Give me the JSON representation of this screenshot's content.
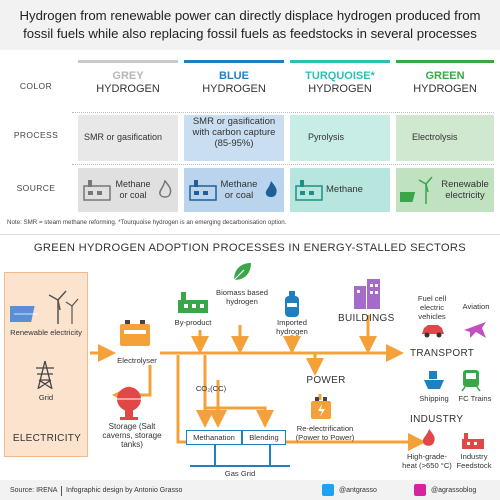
{
  "header": {
    "title": "Hydrogen from renewable power can directly displace hydrogen produced from fossil fuels while also replacing fossil fuels as feedstocks in several processes"
  },
  "table": {
    "row_labels": {
      "color": "COLOR",
      "process": "PROCESS",
      "source": "SOURCE"
    },
    "columns": [
      {
        "color_word": "GREY",
        "suffix": "HYDROGEN",
        "process": "SMR or gasification",
        "source": "Methane or coal",
        "accent": "#b7b7b7",
        "process_bg": "#e8e8e8",
        "source_bg": "#e0e0e0"
      },
      {
        "color_word": "BLUE",
        "suffix": "HYDROGEN",
        "process": "SMR or gasification with carbon capture (85-95%)",
        "source": "Methane or coal",
        "accent": "#1f7fc1",
        "process_bg": "#c9def0",
        "source_bg": "#b9d4ec"
      },
      {
        "color_word": "TURQUOISE*",
        "suffix": "HYDROGEN",
        "process": "Pyrolysis",
        "source": "Methane",
        "accent": "#2cc0b5",
        "process_bg": "#c8ece6",
        "source_bg": "#b7e6df"
      },
      {
        "color_word": "GREEN",
        "suffix": "HYDROGEN",
        "process": "Electrolysis",
        "source": "Renewable electricity",
        "accent": "#3aa64a",
        "process_bg": "#cfe8cf",
        "source_bg": "#c0e2c1"
      }
    ],
    "note": "Note: SMR = steam methane reforming. *Tourquoise hydrogen is an emerging decarbonisation option."
  },
  "diagram": {
    "title": "GREEN HYDROGEN ADOPTION PROCESSES IN ENERGY-STALLED SECTORS",
    "electricity": {
      "renewable": "Renewable electricity",
      "grid": "Grid",
      "label": "ELECTRICITY"
    },
    "nodes": {
      "electrolyser": "Electrolyser",
      "byproduct": "By-product",
      "biomass": "Biomass based hydrogen",
      "imported": "Imported hydrogen",
      "buildings": "BUILDINGS",
      "fuel_cell": "Fuel cell electric vehicles",
      "aviation": "Aviation",
      "transport": "TRANSPORT",
      "shipping": "Shipping",
      "fc_trains": "FC Trains",
      "power": "POWER",
      "reelectrification": "Re-electrification (Power to Power)",
      "co2": "CO₂(CC)",
      "storage": "Storage (Salt caverns, storage tanks)",
      "methanation": "Methanation",
      "blending": "Blending",
      "gas_grid": "Gas Grid",
      "industry": "INDUSTRY",
      "high_heat": "High-grade-heat (>650 °C)",
      "feedstock": "Industry Feedstock"
    },
    "colors": {
      "arrow": "#f5a13a",
      "blue_box": "#1f7fc1",
      "orange_box": "#f0b98b"
    }
  },
  "footer": {
    "source": "Source: IRENA",
    "credit": "Infographic design by Antonio Grasso",
    "twitter": "@antgrasso",
    "instagram": "@agrassoblog"
  }
}
